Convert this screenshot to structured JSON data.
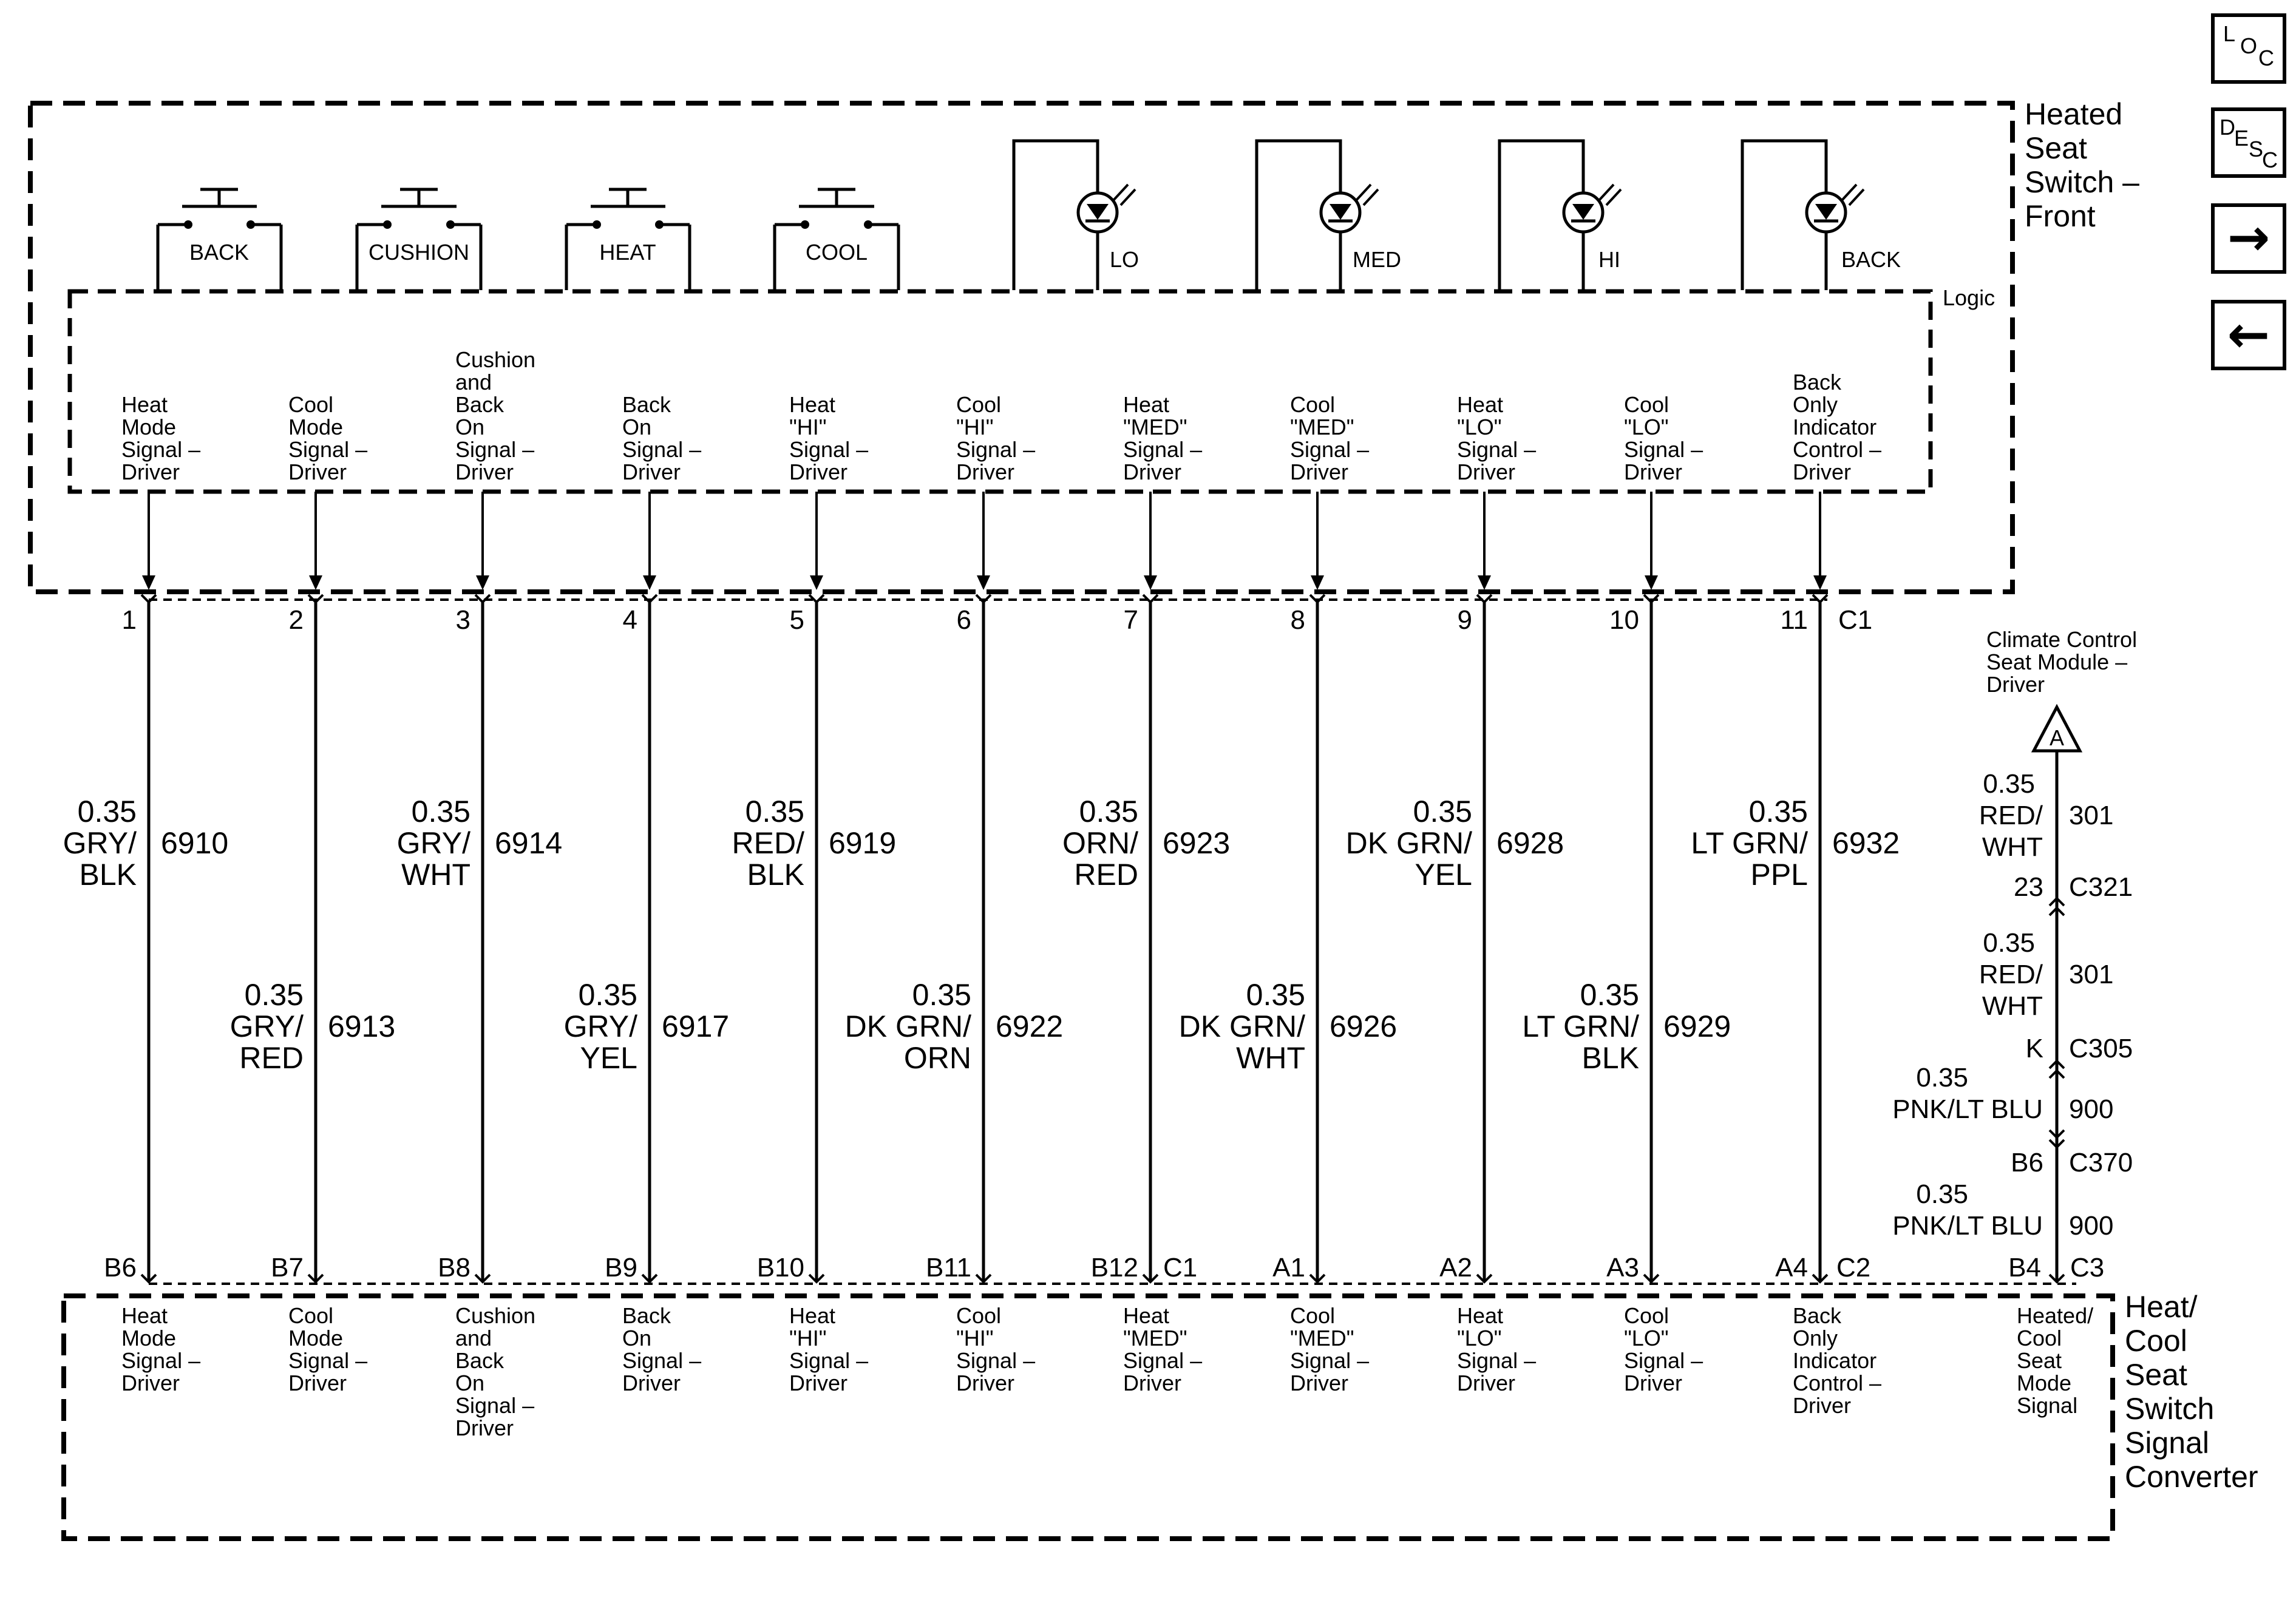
{
  "components": {
    "switch_front": {
      "title_lines": [
        "Heated",
        "Seat",
        "Switch –",
        "Front"
      ],
      "logic_label": "Logic"
    },
    "converter": {
      "title_lines": [
        "Heat/",
        "Cool",
        "Seat",
        "Switch",
        "Signal",
        "Converter"
      ]
    },
    "climate_module": {
      "title_lines": [
        "Climate Control",
        "Seat Module –",
        "Driver"
      ],
      "ref_marker": "A"
    }
  },
  "switches": [
    "BACK",
    "CUSHION",
    "HEAT",
    "COOL"
  ],
  "indicators": [
    "LO",
    "MED",
    "HI",
    "BACK"
  ],
  "nav_icons": {
    "loc": [
      "L",
      "O",
      "C"
    ],
    "desc": [
      "D",
      "E",
      "S",
      "C"
    ],
    "next": "→",
    "prev": "←"
  },
  "circuits": [
    {
      "label": [
        "Heat",
        "Mode",
        "Signal –",
        "Driver"
      ],
      "top_pin": "1",
      "bottom_pin": "B6",
      "wire_size": "0.35",
      "wire_color": [
        "GRY/",
        "BLK"
      ],
      "circuit_no": "6910"
    },
    {
      "label": [
        "Cool",
        "Mode",
        "Signal –",
        "Driver"
      ],
      "top_pin": "2",
      "bottom_pin": "B7",
      "wire_size": "0.35",
      "wire_color": [
        "GRY/",
        "RED"
      ],
      "circuit_no": "6913"
    },
    {
      "label": [
        "Cushion",
        "and",
        "Back",
        "On",
        "Signal –",
        "Driver"
      ],
      "top_pin": "3",
      "bottom_pin": "B8",
      "wire_size": "0.35",
      "wire_color": [
        "GRY/",
        "WHT"
      ],
      "circuit_no": "6914"
    },
    {
      "label": [
        "Back",
        "On",
        "Signal –",
        "Driver"
      ],
      "top_pin": "4",
      "bottom_pin": "B9",
      "wire_size": "0.35",
      "wire_color": [
        "GRY/",
        "YEL"
      ],
      "circuit_no": "6917"
    },
    {
      "label": [
        "Heat",
        "\"HI\"",
        "Signal –",
        "Driver"
      ],
      "top_pin": "5",
      "bottom_pin": "B10",
      "wire_size": "0.35",
      "wire_color": [
        "RED/",
        "BLK"
      ],
      "circuit_no": "6919"
    },
    {
      "label": [
        "Cool",
        "\"HI\"",
        "Signal –",
        "Driver"
      ],
      "top_pin": "6",
      "bottom_pin": "B11",
      "wire_size": "0.35",
      "wire_color": [
        "DK GRN/",
        "ORN"
      ],
      "circuit_no": "6922"
    },
    {
      "label": [
        "Heat",
        "\"MED\"",
        "Signal –",
        "Driver"
      ],
      "top_pin": "7",
      "bottom_pin": "B12",
      "wire_size": "0.35",
      "wire_color": [
        "ORN/",
        "RED"
      ],
      "circuit_no": "6923"
    },
    {
      "label": [
        "Cool",
        "\"MED\"",
        "Signal –",
        "Driver"
      ],
      "top_pin": "8",
      "bottom_pin": "A1",
      "wire_size": "0.35",
      "wire_color": [
        "DK GRN/",
        "WHT"
      ],
      "circuit_no": "6926"
    },
    {
      "label": [
        "Heat",
        "\"LO\"",
        "Signal –",
        "Driver"
      ],
      "top_pin": "9",
      "bottom_pin": "A2",
      "wire_size": "0.35",
      "wire_color": [
        "DK GRN/",
        "YEL"
      ],
      "circuit_no": "6928"
    },
    {
      "label": [
        "Cool",
        "\"LO\"",
        "Signal –",
        "Driver"
      ],
      "top_pin": "10",
      "bottom_pin": "A3",
      "wire_size": "0.35",
      "wire_color": [
        "LT GRN/",
        "BLK"
      ],
      "circuit_no": "6929"
    },
    {
      "label": [
        "Back",
        "Only",
        "Indicator",
        "Control –",
        "Driver"
      ],
      "top_pin": "11",
      "bottom_pin": "A4",
      "wire_size": "0.35",
      "wire_color": [
        "LT GRN/",
        "PPL"
      ],
      "circuit_no": "6932"
    }
  ],
  "connectors": {
    "top": "C1",
    "bottom_c1": "C1",
    "bottom_c2": "C2",
    "bottom_c3": "C3"
  },
  "mode_signal": {
    "converter_label": [
      "Heated/",
      "Cool",
      "Seat",
      "Mode",
      "Signal"
    ],
    "segments": [
      {
        "size": "0.35",
        "color": [
          "RED/",
          "WHT"
        ],
        "circuit_no": "301"
      },
      {
        "size": "0.35",
        "color": [
          "RED/",
          "WHT"
        ],
        "circuit_no": "301"
      },
      {
        "size": "0.35",
        "color": [
          "PNK/LT BLU"
        ],
        "circuit_no": "900"
      },
      {
        "size": "0.35",
        "color": [
          "PNK/LT BLU"
        ],
        "circuit_no": "900"
      }
    ],
    "inline_connectors": [
      {
        "pin": "23",
        "connector": "C321"
      },
      {
        "pin": "K",
        "connector": "C305"
      },
      {
        "pin": "B6",
        "connector": "C370"
      }
    ],
    "bottom_pin": "B4"
  }
}
